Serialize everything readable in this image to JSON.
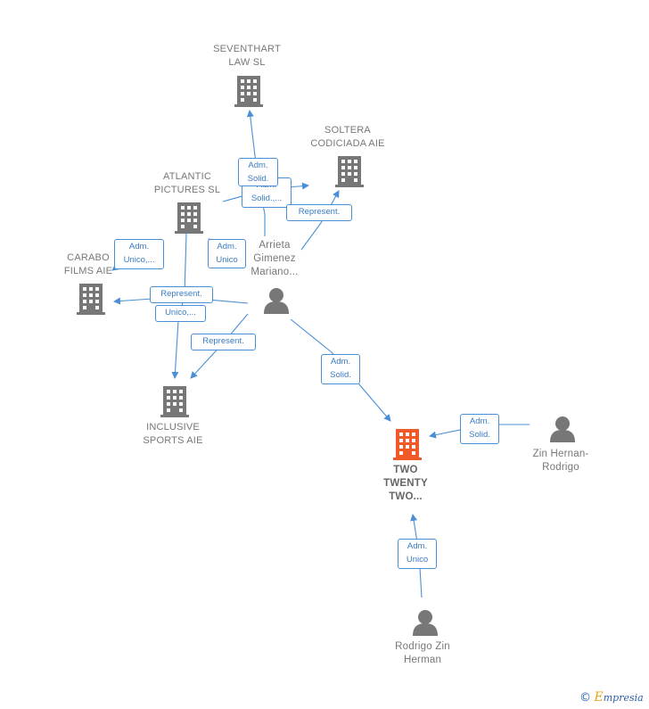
{
  "nodes": {
    "seventhart": {
      "lines": [
        "SEVENTHART",
        "LAW  SL"
      ],
      "kind": "company"
    },
    "soltera": {
      "lines": [
        "SOLTERA",
        "CODICIADA AIE"
      ],
      "kind": "company"
    },
    "atlantic": {
      "lines": [
        "ATLANTIC",
        "PICTURES  SL"
      ],
      "kind": "company"
    },
    "carabo": {
      "lines": [
        "CARABO",
        "FILMS AIE"
      ],
      "kind": "company"
    },
    "inclusive": {
      "lines": [
        "INCLUSIVE",
        "SPORTS AIE"
      ],
      "kind": "company"
    },
    "two_twenty": {
      "lines": [
        "TWO",
        "TWENTY",
        "TWO..."
      ],
      "kind": "company-main"
    },
    "arrieta": {
      "lines": [
        "Arrieta",
        "Gimenez",
        "Mariano..."
      ],
      "kind": "person"
    },
    "zin_hernan": {
      "lines": [
        "Zin Hernan-",
        "Rodrigo"
      ],
      "kind": "person"
    },
    "rodrigo_zin": {
      "lines": [
        "Rodrigo Zin",
        "Herman"
      ],
      "kind": "person"
    }
  },
  "edge_labels": {
    "adm_solid_top": [
      "Adm.",
      "Solid."
    ],
    "adm_solid_hidden": [
      "Adm.",
      "Solid.,..."
    ],
    "represent_soltera": [
      "Represent."
    ],
    "adm_unico_carabo": [
      "Adm.",
      "Unico,..."
    ],
    "adm_unico_atlantic": [
      "Adm.",
      "Unico"
    ],
    "represent_carabo": [
      "Represent."
    ],
    "unico_carabo": [
      "Unico,..."
    ],
    "represent_inclusive": [
      "Represent."
    ],
    "adm_solid_two": [
      "Adm.",
      "Solid."
    ],
    "adm_solid_zin": [
      "Adm.",
      "Solid."
    ],
    "adm_unico_rodrigo": [
      "Adm.",
      "Unico"
    ]
  },
  "credit": {
    "symbol": "©",
    "brand_initial": "E",
    "brand_rest": "mpresia"
  },
  "colors": {
    "edge": "#4a8fd6",
    "company_icon": "#777777",
    "main_company_icon": "#f05a28",
    "person_icon": "#777777"
  }
}
